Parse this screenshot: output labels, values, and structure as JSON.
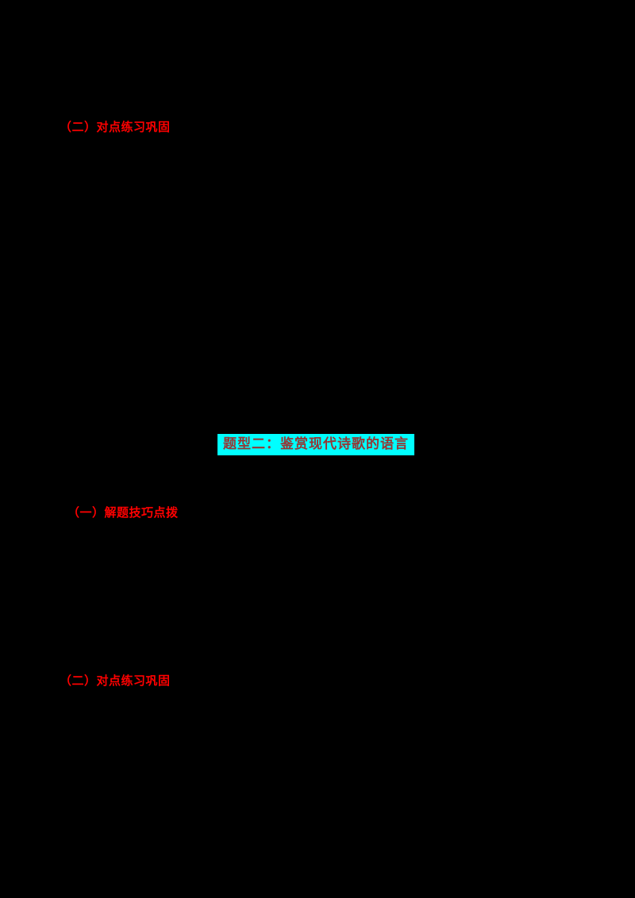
{
  "page": {
    "background": "#000000"
  },
  "headings": {
    "section1_sub2": {
      "label": "（二）对点练习巩固",
      "color": "#ff0000"
    },
    "section2_title": {
      "label": "题型二：鉴赏现代诗歌的语言",
      "text_color": "#953735",
      "highlight_color": "#00ffff"
    },
    "section2_sub1": {
      "label": "（一）解题技巧点拨",
      "color": "#ff0000"
    },
    "section2_sub2": {
      "label": "（二）对点练习巩固",
      "color": "#ff0000"
    }
  }
}
